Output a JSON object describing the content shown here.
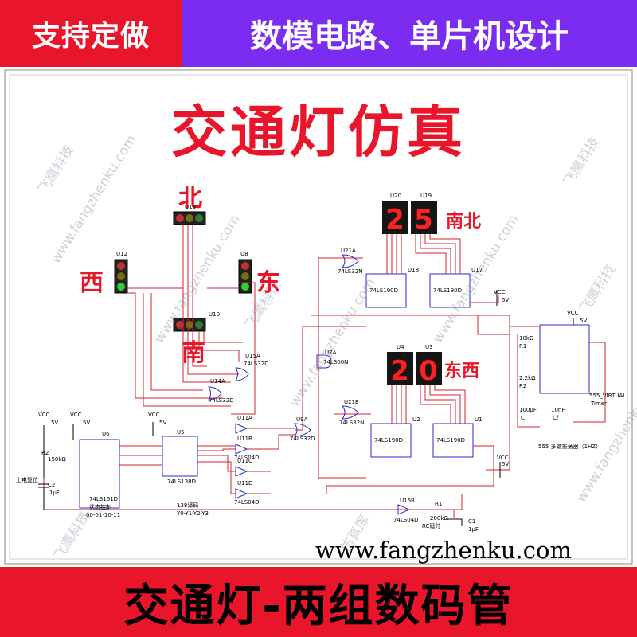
{
  "banner": {
    "top_left": "支持定做",
    "top_right": "数模电路、单片机设计",
    "bottom": "交通灯-两组数码管"
  },
  "title": "交通灯仿真",
  "directions": {
    "north": "北",
    "south": "南",
    "east": "东",
    "west": "西"
  },
  "displays": {
    "ns": {
      "label": "南北",
      "digits": "25",
      "ref_a": "U20",
      "ref_b": "U19"
    },
    "ew": {
      "label": "东西",
      "digits": "20",
      "ref_a": "U4",
      "ref_b": "U3"
    }
  },
  "lights": {
    "north": "U13",
    "south": "U10",
    "east": "U8",
    "west": "U12"
  },
  "components": {
    "u21a": "U21A",
    "u21a_type": "74LS32N",
    "u18": "U18",
    "u17": "U17",
    "u2": "U2",
    "u1": "U1",
    "counter_type": "74LS190D",
    "u15a": "U15A",
    "u15a_type": "74LS32D",
    "u14a": "U14A",
    "u14a_type": "74LS32D",
    "u7a": "U7A",
    "u7a_type": "74LS00N",
    "u21b": "U21B",
    "u21b_type": "74LS32N",
    "u9a": "U9A",
    "u9a_type": "74LS32D",
    "u6": "U6",
    "u6_type": "74LS161D",
    "u5": "U5",
    "u5_type": "74LS138D",
    "u11a": "U11A",
    "u11b": "U11B",
    "u11c": "U11C",
    "u11d": "U11D",
    "inv_type": "74LS04D",
    "u16b": "U16B",
    "u16b_type": "74LS04D",
    "timer_type": "555_VIRTUAL",
    "timer_sub": "Timer",
    "osc_label": "555 多谐振荡器（1HZ）",
    "r1": "R1",
    "r1_val": "10kΩ",
    "r2_osc": "R2",
    "r2_osc_val": "2.2kΩ",
    "c_osc": "C",
    "c_osc_val": "100μF",
    "cf": "Cf",
    "cf_val": "10nF",
    "r2": "R2",
    "r2_val": "150kΩ",
    "c2": "C2",
    "c2_val": "1μF",
    "rc_r1": "R1",
    "rc_r1_val": "200kΩ",
    "rc_c1": "C1",
    "rc_c1_val": "1μF",
    "rc_label": "RC延时",
    "power_on_reset": "上电复位",
    "state_ctrl": "状态控制",
    "state_seq": "00-01-10-11",
    "decode_label": "138译码",
    "decode_seq": "Y0-Y1-Y2-Y3",
    "vcc": "VCC",
    "v5": "5V"
  },
  "watermarks": [
    "飞鹰科技",
    "www.fangzhenku.com",
    "仿真库"
  ],
  "url": "www.fangzhenku.com",
  "colors": {
    "red": "#e8152b",
    "purple": "#7a2cf0",
    "wire": "#d82030",
    "part": "#2a2ad0"
  }
}
